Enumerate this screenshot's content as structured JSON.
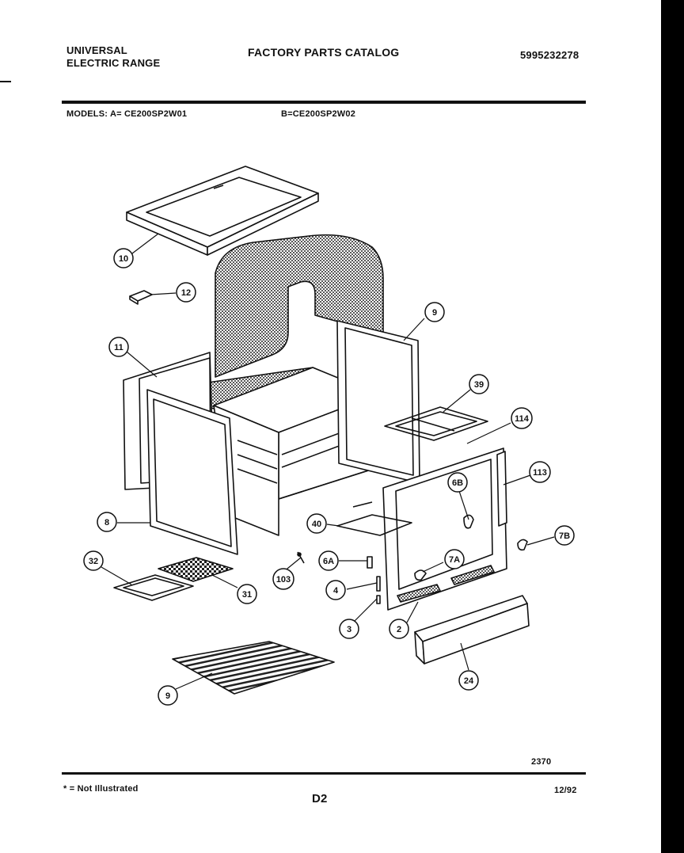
{
  "header": {
    "brand_line1": "UNIVERSAL",
    "brand_line2": "ELECTRIC RANGE",
    "catalog_title": "FACTORY PARTS CATALOG",
    "part_number": "5995232278"
  },
  "models": {
    "label_a": "MODELS: A= CE200SP2W01",
    "label_b": "B=CE200SP2W02"
  },
  "callouts": [
    {
      "id": "c10",
      "label": "10"
    },
    {
      "id": "c12",
      "label": "12"
    },
    {
      "id": "c11",
      "label": "11"
    },
    {
      "id": "c9top",
      "label": "9"
    },
    {
      "id": "c39",
      "label": "39"
    },
    {
      "id": "c114",
      "label": "114"
    },
    {
      "id": "c113",
      "label": "113"
    },
    {
      "id": "c6B",
      "label": "6B"
    },
    {
      "id": "c7B",
      "label": "7B"
    },
    {
      "id": "c8",
      "label": "8"
    },
    {
      "id": "c40",
      "label": "40"
    },
    {
      "id": "c6A",
      "label": "6A"
    },
    {
      "id": "c7A",
      "label": "7A"
    },
    {
      "id": "c32",
      "label": "32"
    },
    {
      "id": "c103",
      "label": "103"
    },
    {
      "id": "c31",
      "label": "31"
    },
    {
      "id": "c4",
      "label": "4"
    },
    {
      "id": "c3",
      "label": "3"
    },
    {
      "id": "c2",
      "label": "2"
    },
    {
      "id": "c24",
      "label": "24"
    },
    {
      "id": "c9bot",
      "label": "9"
    }
  ],
  "footer": {
    "figure_number": "2370",
    "not_illustrated": "* = Not Illustrated",
    "page_code": "D2",
    "date": "12/92"
  }
}
